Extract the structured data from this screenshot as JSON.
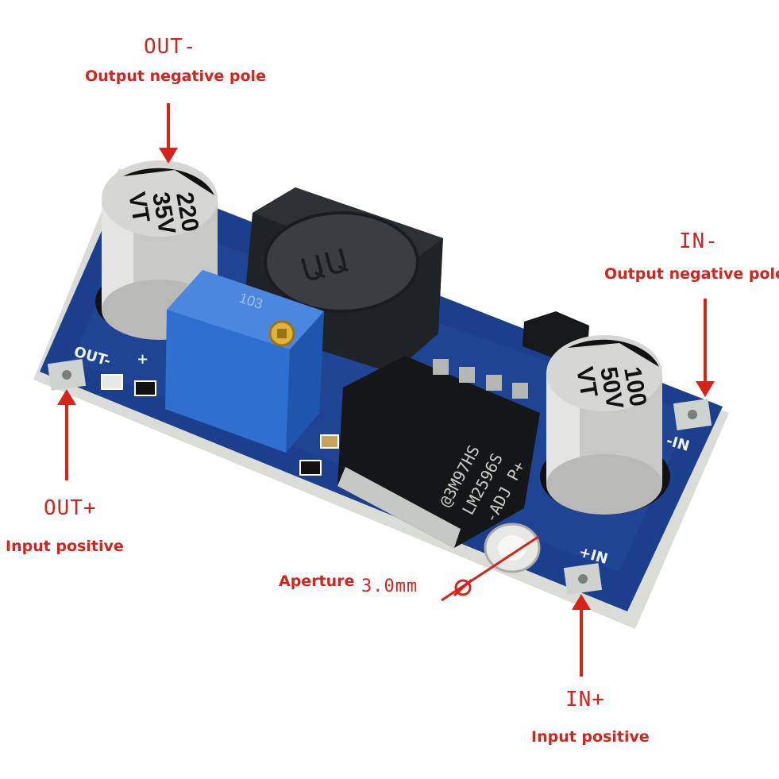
{
  "labels": {
    "out_minus": {
      "code": "OUT-",
      "desc": "Output negative pole"
    },
    "in_minus": {
      "code": "IN-",
      "desc": "Output negative pole"
    },
    "out_plus": {
      "code": "OUT+",
      "desc": "Input positive"
    },
    "in_plus": {
      "code": "IN+",
      "desc": "Input positive"
    },
    "aperture": {
      "desc": "Aperture",
      "value": "3.0mm"
    }
  },
  "board": {
    "cap_left": [
      "220",
      "35V",
      "VT"
    ],
    "cap_right": [
      "100",
      "50V",
      "VT"
    ],
    "ic": [
      "@3M97HS",
      "LM2596S",
      "-ADJ P+"
    ],
    "pot": "103",
    "silk": {
      "out_minus": "OUT-",
      "out_plus": "+",
      "in_minus": "-IN",
      "in_plus": "+IN"
    }
  },
  "colors": {
    "accent": "#d8231b",
    "pcb": "#1b3f8c",
    "pot": "#2f6fcf"
  }
}
